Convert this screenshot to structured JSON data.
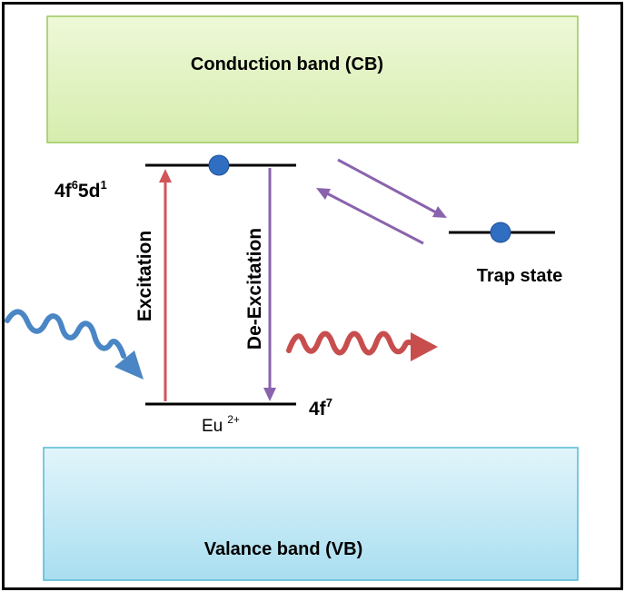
{
  "diagram": {
    "conduction_band": {
      "label": "Conduction band (CB)"
    },
    "valence_band": {
      "label": "Valance band (VB)"
    },
    "excited_level": {
      "label_base": "4f",
      "sup1": "6",
      "mid": "5d",
      "sup2": "1"
    },
    "ground_level": {
      "label_base": "4f",
      "sup": "7"
    },
    "ion": {
      "label": "Eu",
      "charge": "2+"
    },
    "excitation": {
      "label": "Excitation"
    },
    "deexcitation": {
      "label": "De-Excitation"
    },
    "trap": {
      "label": "Trap state"
    },
    "colors": {
      "cb_fill": "#e4f3c4",
      "cb_stroke": "#9cc85a",
      "vb_fill": "#c6ebf6",
      "vb_stroke": "#55b9d8",
      "excitation_arrow": "#d2555a",
      "deexcitation_arrow": "#8a63ad",
      "electron": "#2f6ec0",
      "incoming_wave": "#4a86c5",
      "emitted_wave": "#c84e4e"
    }
  }
}
